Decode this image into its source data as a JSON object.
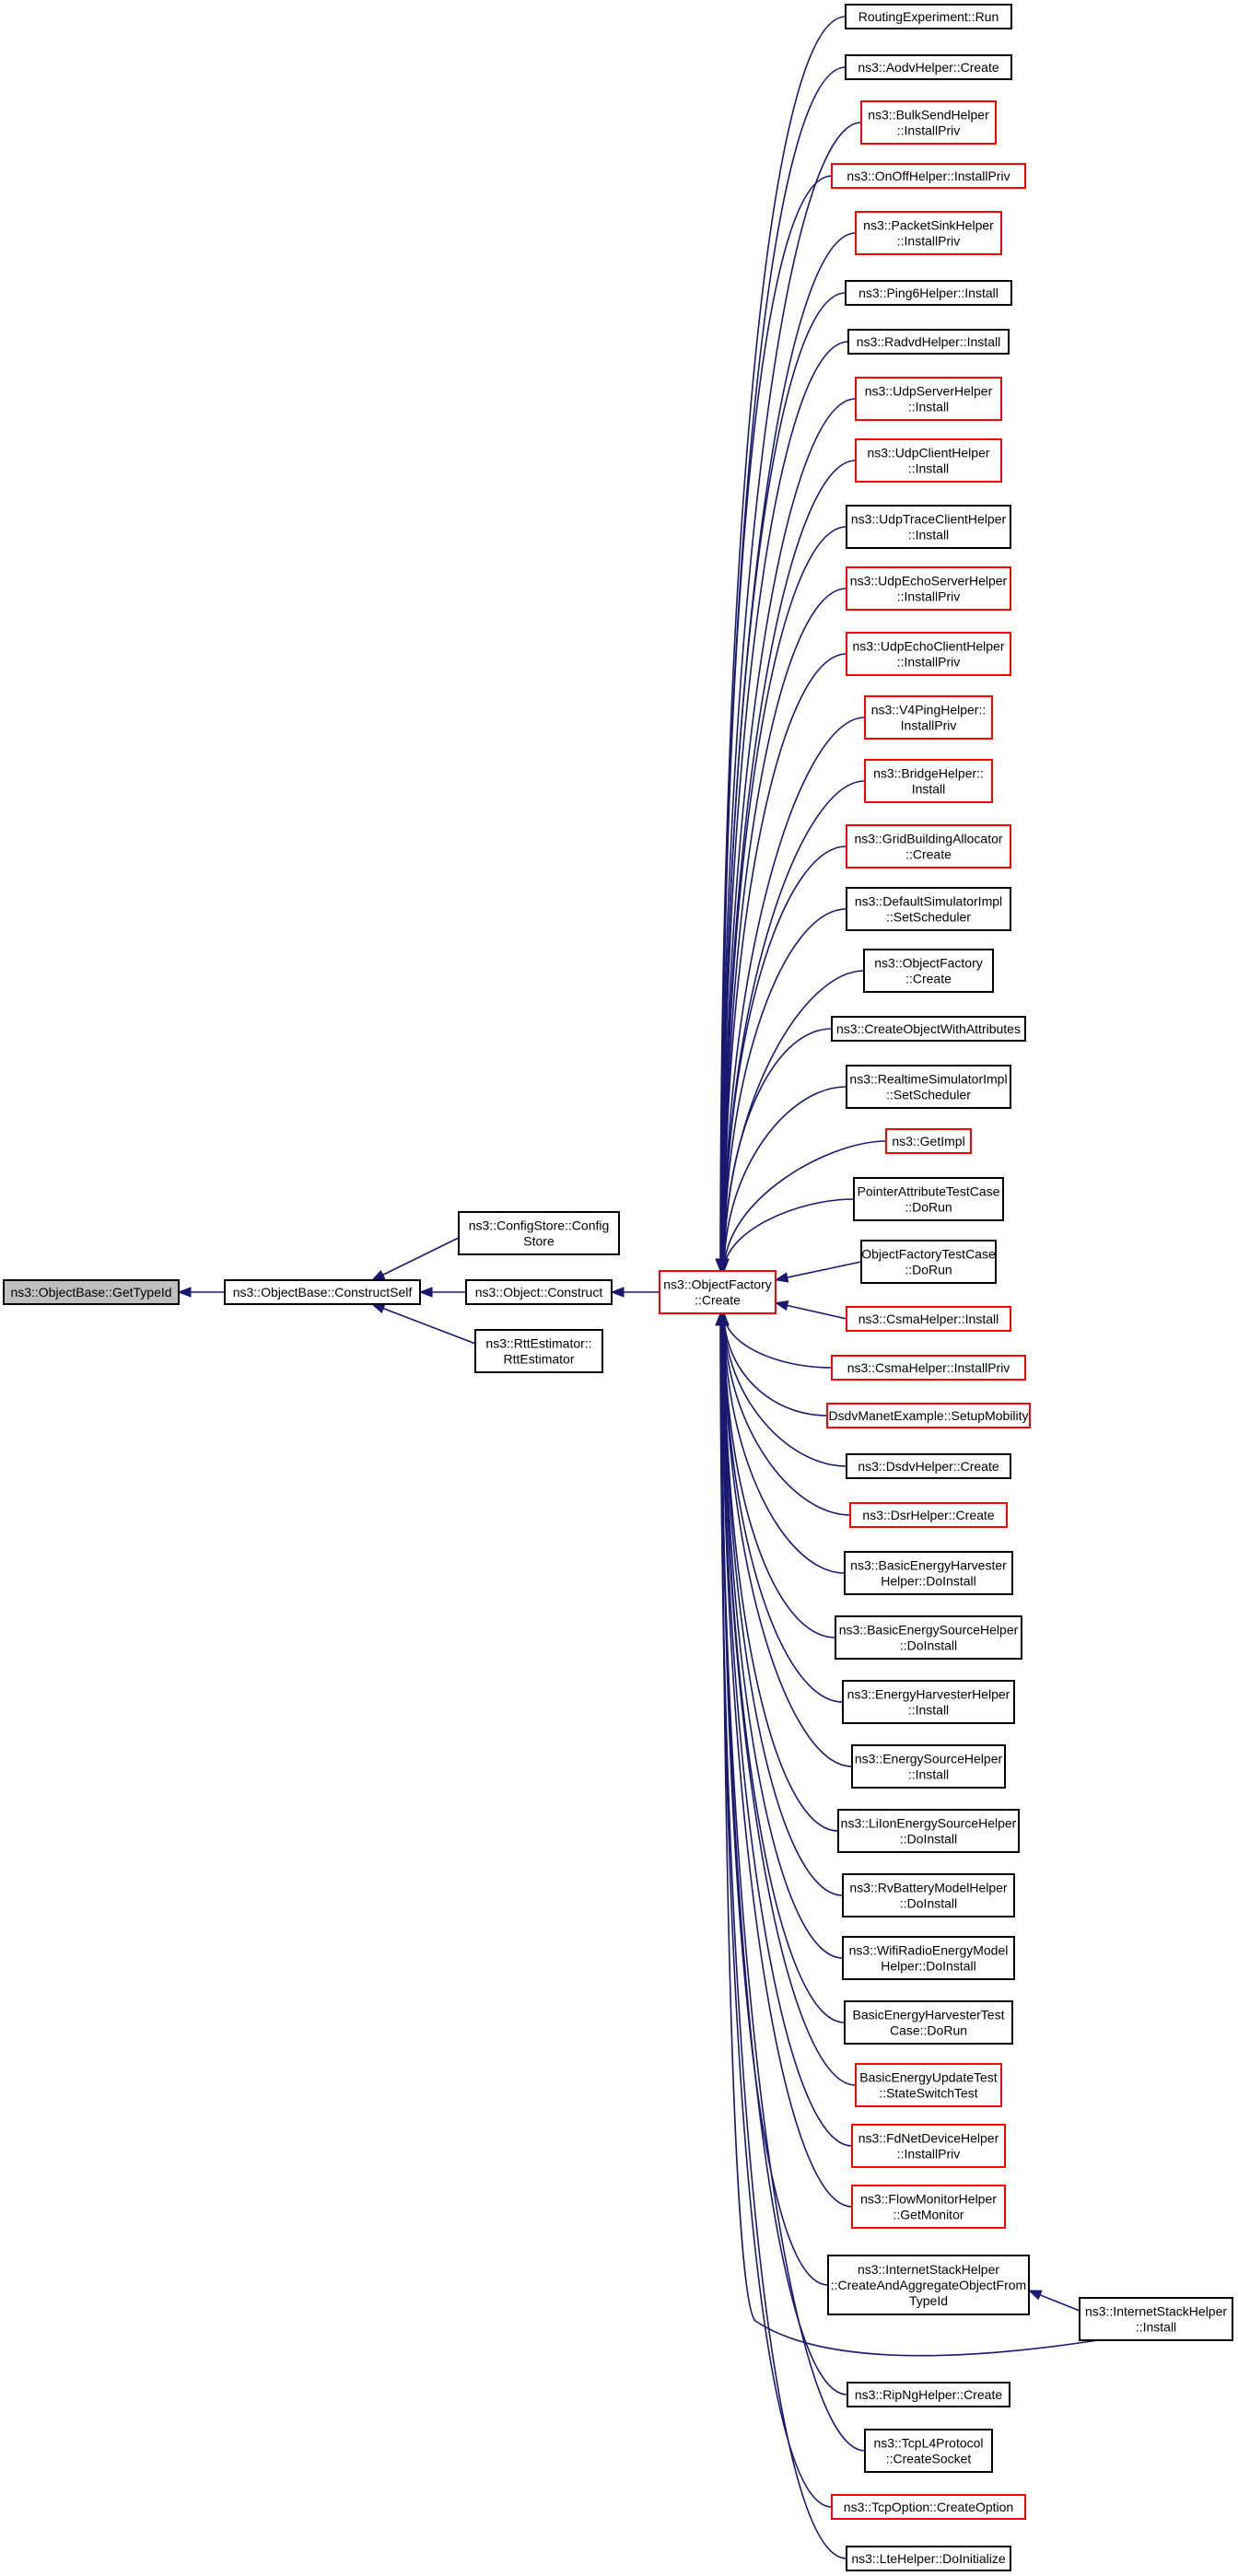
{
  "colors": {
    "edge": "#191970",
    "border_normal": "#000000",
    "border_truncated": "#ff0000",
    "root_fill": "#bfbfbf"
  },
  "graph": {
    "root": {
      "id": "getTypeId",
      "lines": [
        "ns3::ObjectBase::GetTypeId"
      ]
    },
    "level1": [
      {
        "id": "constructSelf",
        "lines": [
          "ns3::ObjectBase::ConstructSelf"
        ],
        "border": "black"
      }
    ],
    "level2": [
      {
        "id": "configStore",
        "lines": [
          "ns3::ConfigStore::Config",
          "Store"
        ],
        "border": "black"
      },
      {
        "id": "objectConstruct",
        "lines": [
          "ns3::Object::Construct"
        ],
        "border": "black"
      },
      {
        "id": "rttEstimator",
        "lines": [
          "ns3::RttEstimator::",
          "RttEstimator"
        ],
        "border": "black"
      }
    ],
    "level3": [
      {
        "id": "objectFactoryCreate",
        "lines": [
          "ns3::ObjectFactory",
          "::Create"
        ],
        "border": "red"
      }
    ],
    "callers": [
      {
        "id": "c0",
        "lines": [
          "RoutingExperiment::Run"
        ],
        "border": "black"
      },
      {
        "id": "c1",
        "lines": [
          "ns3::AodvHelper::Create"
        ],
        "border": "black"
      },
      {
        "id": "c2",
        "lines": [
          "ns3::BulkSendHelper",
          "::InstallPriv"
        ],
        "border": "red"
      },
      {
        "id": "c3",
        "lines": [
          "ns3::OnOffHelper::InstallPriv"
        ],
        "border": "red"
      },
      {
        "id": "c4",
        "lines": [
          "ns3::PacketSinkHelper",
          "::InstallPriv"
        ],
        "border": "red"
      },
      {
        "id": "c5",
        "lines": [
          "ns3::Ping6Helper::Install"
        ],
        "border": "black"
      },
      {
        "id": "c6",
        "lines": [
          "ns3::RadvdHelper::Install"
        ],
        "border": "black"
      },
      {
        "id": "c7",
        "lines": [
          "ns3::UdpServerHelper",
          "::Install"
        ],
        "border": "red"
      },
      {
        "id": "c8",
        "lines": [
          "ns3::UdpClientHelper",
          "::Install"
        ],
        "border": "red"
      },
      {
        "id": "c9",
        "lines": [
          "ns3::UdpTraceClientHelper",
          "::Install"
        ],
        "border": "black"
      },
      {
        "id": "c10",
        "lines": [
          "ns3::UdpEchoServerHelper",
          "::InstallPriv"
        ],
        "border": "red"
      },
      {
        "id": "c11",
        "lines": [
          "ns3::UdpEchoClientHelper",
          "::InstallPriv"
        ],
        "border": "red"
      },
      {
        "id": "c12",
        "lines": [
          "ns3::V4PingHelper::",
          "InstallPriv"
        ],
        "border": "red"
      },
      {
        "id": "c13",
        "lines": [
          "ns3::BridgeHelper::",
          "Install"
        ],
        "border": "red"
      },
      {
        "id": "c14",
        "lines": [
          "ns3::GridBuildingAllocator",
          "::Create"
        ],
        "border": "red"
      },
      {
        "id": "c15",
        "lines": [
          "ns3::DefaultSimulatorImpl",
          "::SetScheduler"
        ],
        "border": "black"
      },
      {
        "id": "c16",
        "lines": [
          "ns3::ObjectFactory",
          "::Create"
        ],
        "border": "black"
      },
      {
        "id": "c17",
        "lines": [
          "ns3::CreateObjectWithAttributes"
        ],
        "border": "black"
      },
      {
        "id": "c18",
        "lines": [
          "ns3::RealtimeSimulatorImpl",
          "::SetScheduler"
        ],
        "border": "black"
      },
      {
        "id": "c19",
        "lines": [
          "ns3::GetImpl"
        ],
        "border": "red"
      },
      {
        "id": "c20",
        "lines": [
          "PointerAttributeTestCase",
          "::DoRun"
        ],
        "border": "black"
      },
      {
        "id": "c21",
        "lines": [
          "ObjectFactoryTestCase",
          "::DoRun"
        ],
        "border": "black"
      },
      {
        "id": "c22",
        "lines": [
          "ns3::CsmaHelper::Install"
        ],
        "border": "red"
      },
      {
        "id": "c23",
        "lines": [
          "ns3::CsmaHelper::InstallPriv"
        ],
        "border": "red"
      },
      {
        "id": "c24",
        "lines": [
          "DsdvManetExample::SetupMobility"
        ],
        "border": "red"
      },
      {
        "id": "c25",
        "lines": [
          "ns3::DsdvHelper::Create"
        ],
        "border": "black"
      },
      {
        "id": "c26",
        "lines": [
          "ns3::DsrHelper::Create"
        ],
        "border": "red"
      },
      {
        "id": "c27",
        "lines": [
          "ns3::BasicEnergyHarvester",
          "Helper::DoInstall"
        ],
        "border": "black"
      },
      {
        "id": "c28",
        "lines": [
          "ns3::BasicEnergySourceHelper",
          "::DoInstall"
        ],
        "border": "black"
      },
      {
        "id": "c29",
        "lines": [
          "ns3::EnergyHarvesterHelper",
          "::Install"
        ],
        "border": "black"
      },
      {
        "id": "c30",
        "lines": [
          "ns3::EnergySourceHelper",
          "::Install"
        ],
        "border": "black"
      },
      {
        "id": "c31",
        "lines": [
          "ns3::LiIonEnergySourceHelper",
          "::DoInstall"
        ],
        "border": "black"
      },
      {
        "id": "c32",
        "lines": [
          "ns3::RvBatteryModelHelper",
          "::DoInstall"
        ],
        "border": "black"
      },
      {
        "id": "c33",
        "lines": [
          "ns3::WifiRadioEnergyModel",
          "Helper::DoInstall"
        ],
        "border": "black"
      },
      {
        "id": "c34",
        "lines": [
          "BasicEnergyHarvesterTest",
          "Case::DoRun"
        ],
        "border": "black"
      },
      {
        "id": "c35",
        "lines": [
          "BasicEnergyUpdateTest",
          "::StateSwitchTest"
        ],
        "border": "red"
      },
      {
        "id": "c36",
        "lines": [
          "ns3::FdNetDeviceHelper",
          "::InstallPriv"
        ],
        "border": "red"
      },
      {
        "id": "c37",
        "lines": [
          "ns3::FlowMonitorHelper",
          "::GetMonitor"
        ],
        "border": "red"
      },
      {
        "id": "c38",
        "lines": [
          "ns3::InternetStackHelper",
          "::CreateAndAggregateObjectFrom",
          "TypeId"
        ],
        "border": "black"
      },
      {
        "id": "c39",
        "lines": [
          "ns3::RipNgHelper::Create"
        ],
        "border": "black"
      },
      {
        "id": "c40",
        "lines": [
          "ns3::TcpL4Protocol",
          "::CreateSocket"
        ],
        "border": "black"
      },
      {
        "id": "c41",
        "lines": [
          "ns3::TcpOption::CreateOption"
        ],
        "border": "red"
      },
      {
        "id": "c42",
        "lines": [
          "ns3::LteHelper::DoInitialize"
        ],
        "border": "black"
      }
    ],
    "extra": [
      {
        "id": "internetInstall",
        "lines": [
          "ns3::InternetStackHelper",
          "::Install"
        ],
        "border": "black"
      }
    ]
  }
}
